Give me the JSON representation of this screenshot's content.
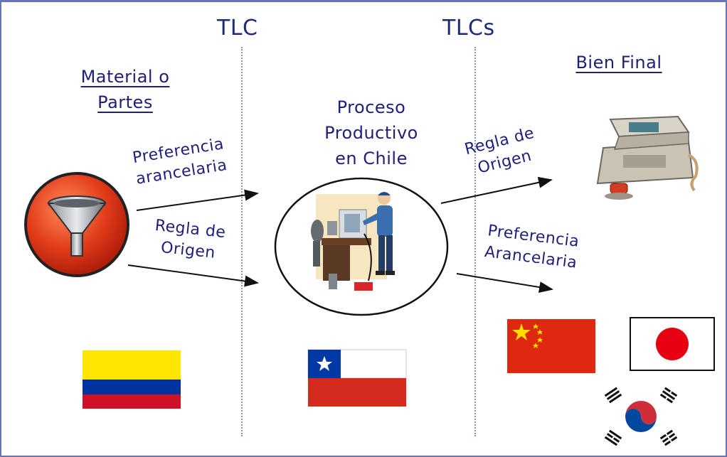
{
  "headers": {
    "tlc": "TLC",
    "tlcs": "TLCs",
    "material": [
      "Material o",
      "Partes"
    ],
    "bien_final": "Bien Final",
    "proceso": [
      "Proceso",
      "Productivo",
      "en Chile"
    ]
  },
  "arrows": {
    "left_top": [
      "Preferencia",
      "arancelaria"
    ],
    "left_bottom": [
      "Regla de",
      "Origen"
    ],
    "right_top": [
      "Regla de",
      "Origen"
    ],
    "right_bottom": [
      "Preferencia",
      "Arancelaria"
    ]
  },
  "colors": {
    "text": "#1f1f7a",
    "frame": "#6b73b8",
    "colombia": [
      "#ffe600",
      "#0033a0",
      "#ce1126"
    ],
    "chile": [
      "#0039a6",
      "#ffffff",
      "#d52b1e"
    ],
    "china": "#de2910",
    "japan": "#e60012"
  },
  "icons": [
    "funnel-icon",
    "worker-icon",
    "computer-icon",
    "colombia-flag",
    "chile-flag",
    "china-flag",
    "japan-flag",
    "korea-flag"
  ]
}
